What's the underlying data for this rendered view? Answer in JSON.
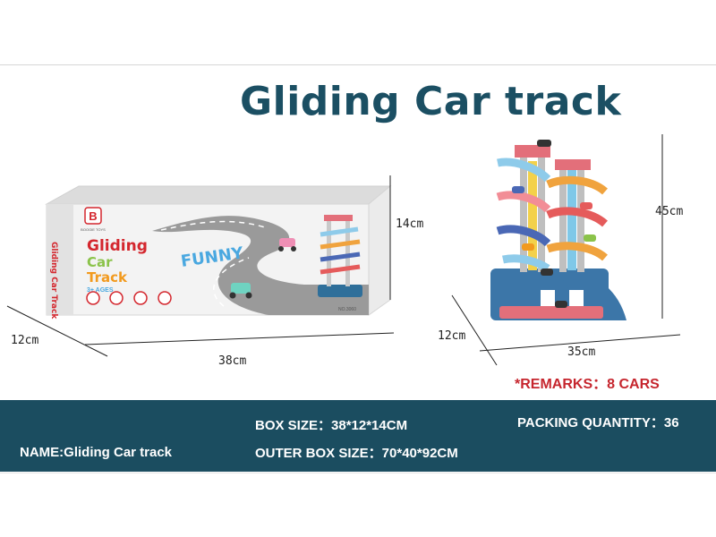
{
  "title": "Gliding Car track",
  "box_art": {
    "brand_mark": "B",
    "brand_tag": "BOOGIE TOYS",
    "name_line1": "Gliding",
    "name_line2": "Car",
    "name_line3": "Track",
    "side_text": "Gliding Car Track",
    "ages": "3+ AGES",
    "slogan": "FUNNY",
    "model_code": "NO.3060"
  },
  "box_dimensions": {
    "height": "14cm",
    "depth": "12cm",
    "width": "38cm"
  },
  "product_dimensions": {
    "height": "45cm",
    "depth": "12cm",
    "width": "35cm"
  },
  "remarks": "*REMARKS：8 CARS",
  "info_band": {
    "name": "NAME:Gliding Car track",
    "box_size": "BOX SIZE：38*12*14CM",
    "outer_box_size": "OUTER BOX SIZE：70*40*92CM",
    "packing_quantity": "PACKING QUANTITY：36"
  },
  "colors": {
    "title": "#1b4f63",
    "band": "#1b4d60",
    "remarks": "#c6262e",
    "box_red": "#d4272e",
    "box_green": "#8bc34a",
    "box_orange": "#f29a1e",
    "funny_blue": "#4aa8e0",
    "road_gray": "#9a9a9a"
  },
  "icons": [
    "brand-logo-icon",
    "safety-icon",
    "smooth-icon",
    "durable-icon",
    "feature-icon"
  ]
}
